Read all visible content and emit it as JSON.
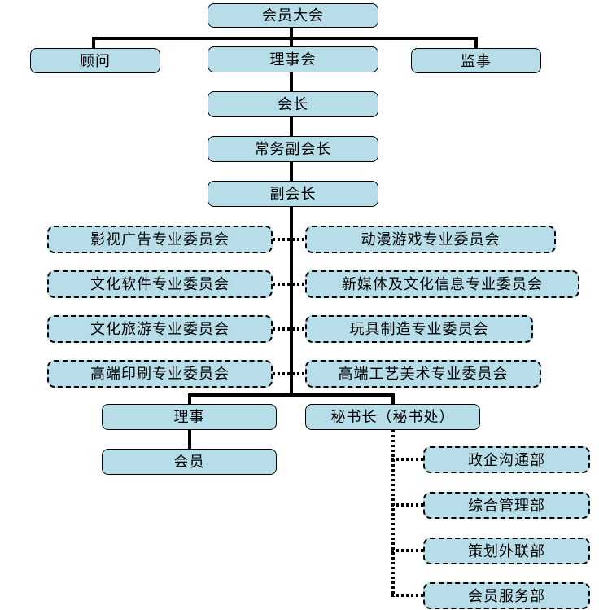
{
  "org": {
    "assembly": "会员大会",
    "advisor": "顾问",
    "council": "理事会",
    "supervisor": "监事",
    "president": "会长",
    "executive_vice_president": "常务副会长",
    "vice_president": "副会长",
    "committees_left": [
      "影视广告专业委员会",
      "文化软件专业委员会",
      "文化旅游专业委员会",
      "高端印刷专业委员会"
    ],
    "committees_right": [
      "动漫游戏专业委员会",
      "新媒体及文化信息专业委员会",
      "玩具制造专业委员会",
      "高端工艺美术专业委员会"
    ],
    "director": "理事",
    "member": "会员",
    "secretary_general": "秘书长（秘书处）",
    "departments": [
      "政企沟通部",
      "综合管理部",
      "策划外联部",
      "会员服务部"
    ]
  },
  "colors": {
    "node_fill": "#B7DEE8",
    "node_border": "#000000",
    "connector": "#000000",
    "background": "#FFFFFF"
  }
}
